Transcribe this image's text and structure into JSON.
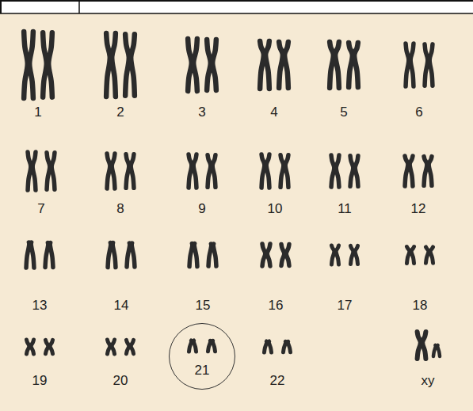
{
  "diagram": {
    "nodes": [
      {
        "text": [
          "21"
        ]
      }
    ],
    "labels": [
      "1",
      "2",
      "3",
      "4",
      "5",
      "6",
      "7",
      "8",
      "9",
      "10",
      "11",
      "12",
      "13",
      "14",
      "15",
      "16",
      "17",
      "18",
      "19",
      "20",
      "22",
      "xy"
    ]
  }
}
